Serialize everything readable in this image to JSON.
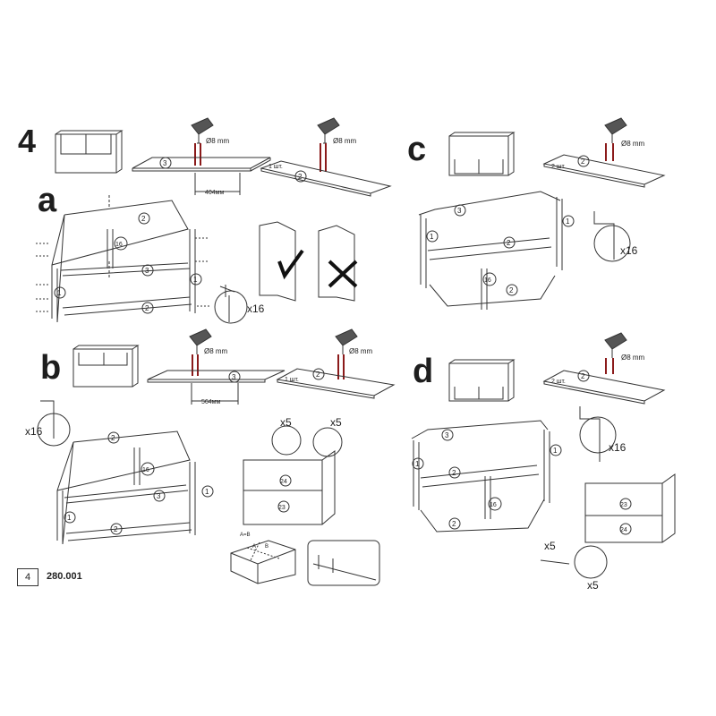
{
  "page": {
    "step_number": "4",
    "page_number": "4",
    "doc_code": "280.001"
  },
  "sections": {
    "a": "a",
    "b": "b",
    "c": "c",
    "d": "d"
  },
  "drill": {
    "diameter_label": "Ø8 mm"
  },
  "drilling_boards": {
    "step4_left": {
      "part": "3",
      "dimension": "404мм"
    },
    "step4_right": {
      "part": "2",
      "qty_label": "1 шт."
    },
    "b_left": {
      "part": "3",
      "dimension": "564мм"
    },
    "b_right": {
      "part": "2",
      "qty_label": "1 шт."
    },
    "c_board": {
      "part": "2",
      "qty_label": "2 шт."
    },
    "d_board": {
      "part": "2",
      "qty_label": "2 шт."
    }
  },
  "assembly_a": {
    "parts": {
      "top": "2",
      "shelf": "3",
      "bottom": "2",
      "side_left": "1",
      "side_right": "1",
      "divider": "16"
    },
    "dowel_count": "x16"
  },
  "assembly_b": {
    "parts": {
      "top": "2",
      "shelf": "3",
      "bottom": "2",
      "side_left": "1",
      "side_right": "1",
      "divider": "16"
    },
    "dowel_count": "x16",
    "back_panels": [
      "24",
      "23"
    ],
    "nail_count": "x5",
    "clip_count": "x5",
    "diagonal_label": "A=B",
    "corner_a": "A",
    "corner_b": "B"
  },
  "assembly_c": {
    "parts": {
      "top": "3",
      "shelf": "2",
      "bottom": "2",
      "side_left": "1",
      "side_right": "1",
      "divider": "16"
    },
    "dowel_count": "x16"
  },
  "assembly_d": {
    "parts": {
      "top": "3",
      "shelf": "2",
      "bottom": "2",
      "side_left": "1",
      "side_right": "1",
      "divider": "16"
    },
    "dowel_count": "x16",
    "back_panels": [
      "23",
      "24"
    ],
    "nail_count": "x5",
    "clip_count": "x5"
  }
}
